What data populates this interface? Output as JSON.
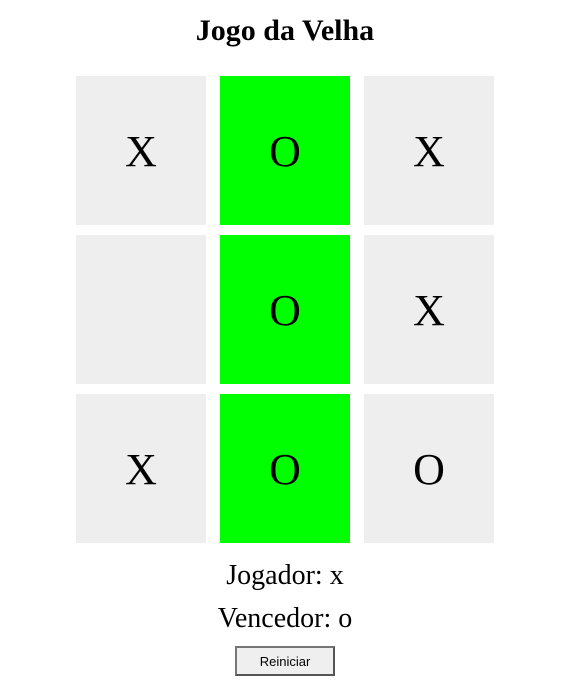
{
  "title": "Jogo da Velha",
  "board": {
    "cells": [
      {
        "mark": "X",
        "winning": false
      },
      {
        "mark": "O",
        "winning": true
      },
      {
        "mark": "X",
        "winning": false
      },
      {
        "mark": "",
        "winning": false
      },
      {
        "mark": "O",
        "winning": true
      },
      {
        "mark": "X",
        "winning": false
      },
      {
        "mark": "X",
        "winning": false
      },
      {
        "mark": "O",
        "winning": true
      },
      {
        "mark": "O",
        "winning": false
      }
    ]
  },
  "status": {
    "player_text": "Jogador: x",
    "winner_text": "Vencedor: o"
  },
  "restart_label": "Reiniciar",
  "colors": {
    "cell_background": "#eeeeee",
    "winning_cell_background": "#00ff00"
  }
}
